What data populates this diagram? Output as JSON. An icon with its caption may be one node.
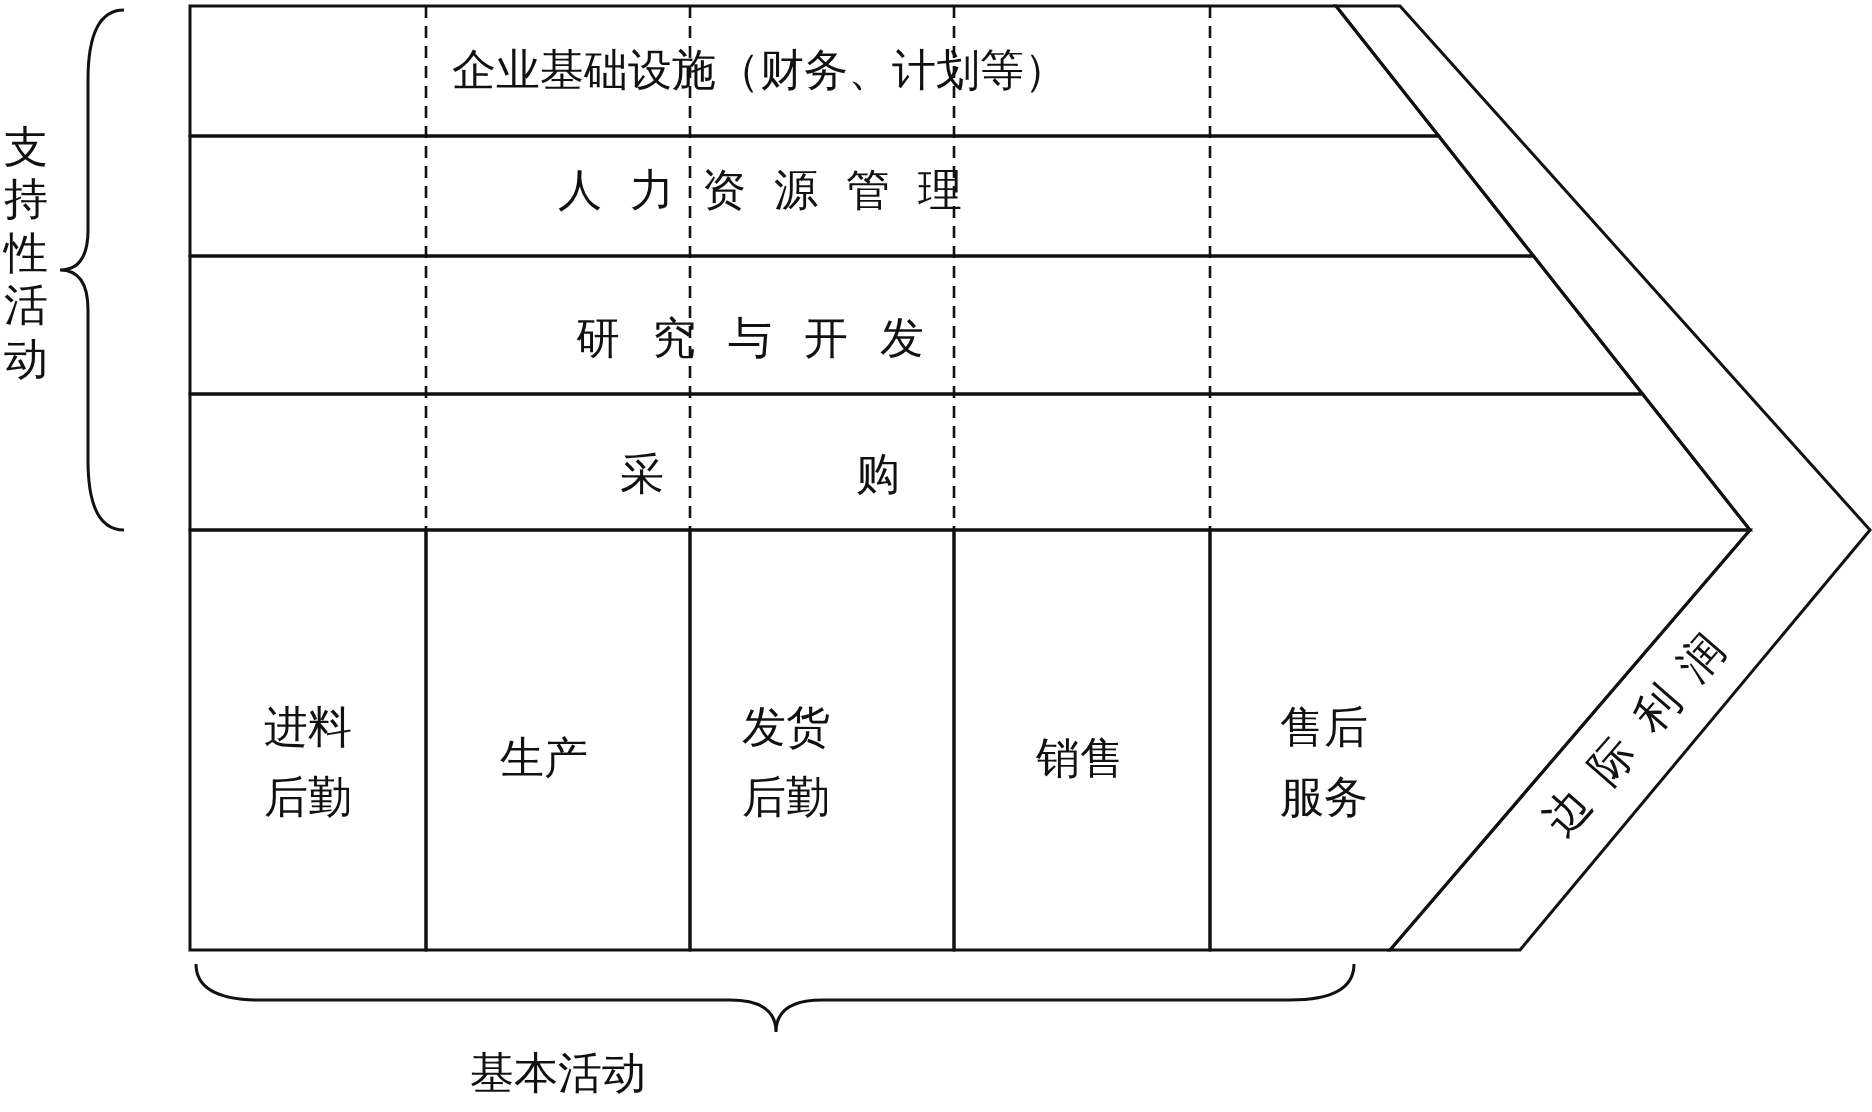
{
  "diagram": {
    "nodes": [
      {
        "text": [
          "企业基础设施（财务、计划等）"
        ]
      },
      {
        "text": [
          "人力资源管理"
        ]
      },
      {
        "text": [
          "研究与开发"
        ]
      },
      {
        "text": [
          "采购"
        ]
      },
      {
        "text": [
          "进料后勤"
        ]
      },
      {
        "text": [
          "生产"
        ]
      },
      {
        "text": [
          "发货后勤"
        ]
      },
      {
        "text": [
          "销售"
        ]
      },
      {
        "text": [
          "售后服务"
        ]
      },
      {
        "text": [
          "边际利润"
        ]
      }
    ],
    "edges": [],
    "labels": [
      "支持性活动",
      "基本活动"
    ]
  }
}
